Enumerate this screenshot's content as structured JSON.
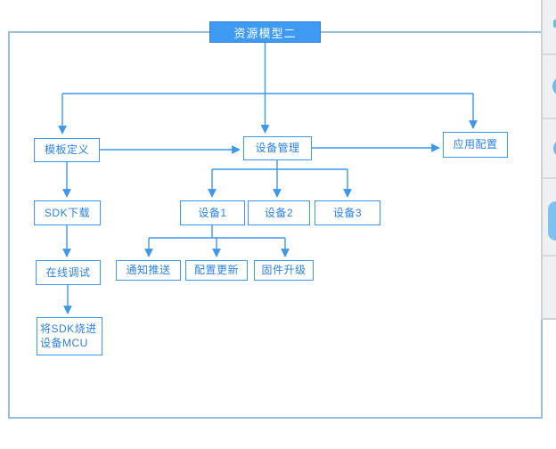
{
  "title": {
    "label": "资源模型二"
  },
  "diagram": {
    "nodes": [
      {
        "id": "template-definition",
        "label": "模板定义"
      },
      {
        "id": "sdk-download",
        "label": "SDK下载"
      },
      {
        "id": "online-debug",
        "label": "在线调试"
      },
      {
        "id": "burn-sdk-to-mcu",
        "label": "将SDK烧进设备MCU"
      },
      {
        "id": "device-management",
        "label": "设备管理"
      },
      {
        "id": "app-config",
        "label": "应用配置"
      },
      {
        "id": "device-1",
        "label": "设备1"
      },
      {
        "id": "device-2",
        "label": "设备2"
      },
      {
        "id": "device-3",
        "label": "设备3"
      },
      {
        "id": "notification-push",
        "label": "通知推送"
      },
      {
        "id": "config-update",
        "label": "配置更新"
      },
      {
        "id": "firmware-upgrade",
        "label": "固件升级"
      }
    ],
    "edges": [
      "资源模型二 -> 模板定义",
      "资源模型二 -> 设备管理",
      "资源模型二 -> 应用配置",
      "模板定义 -> SDK下载",
      "SDK下载 -> 在线调试",
      "在线调试 -> 将SDK烧进设备MCU",
      "模板定义 -> 设备管理",
      "设备管理 -> 应用配置",
      "设备管理 -> 设备1",
      "设备管理 -> 设备2",
      "设备管理 -> 设备3",
      "设备1 -> 通知推送",
      "设备1 -> 配置更新",
      "设备1 -> 固件升级"
    ]
  },
  "colors": {
    "accent_blue": "#3d97ea",
    "node_border": "#3f97ec",
    "node_text": "#2b82e3",
    "title_bg": "#3e9af3",
    "title_border": "#2a7fd6",
    "frame_border": "#9abfde",
    "panel_bg": "#eff0f1",
    "panel_divider": "#d4dade",
    "panel_shape_blue": "#6db9f2"
  },
  "side_panel": {
    "visible_cells": 5,
    "shapes": [
      "partial-tick-icon",
      "partial-circle-icon",
      "partial-circle-icon",
      "partial-rounded-square-icon",
      "empty"
    ]
  }
}
